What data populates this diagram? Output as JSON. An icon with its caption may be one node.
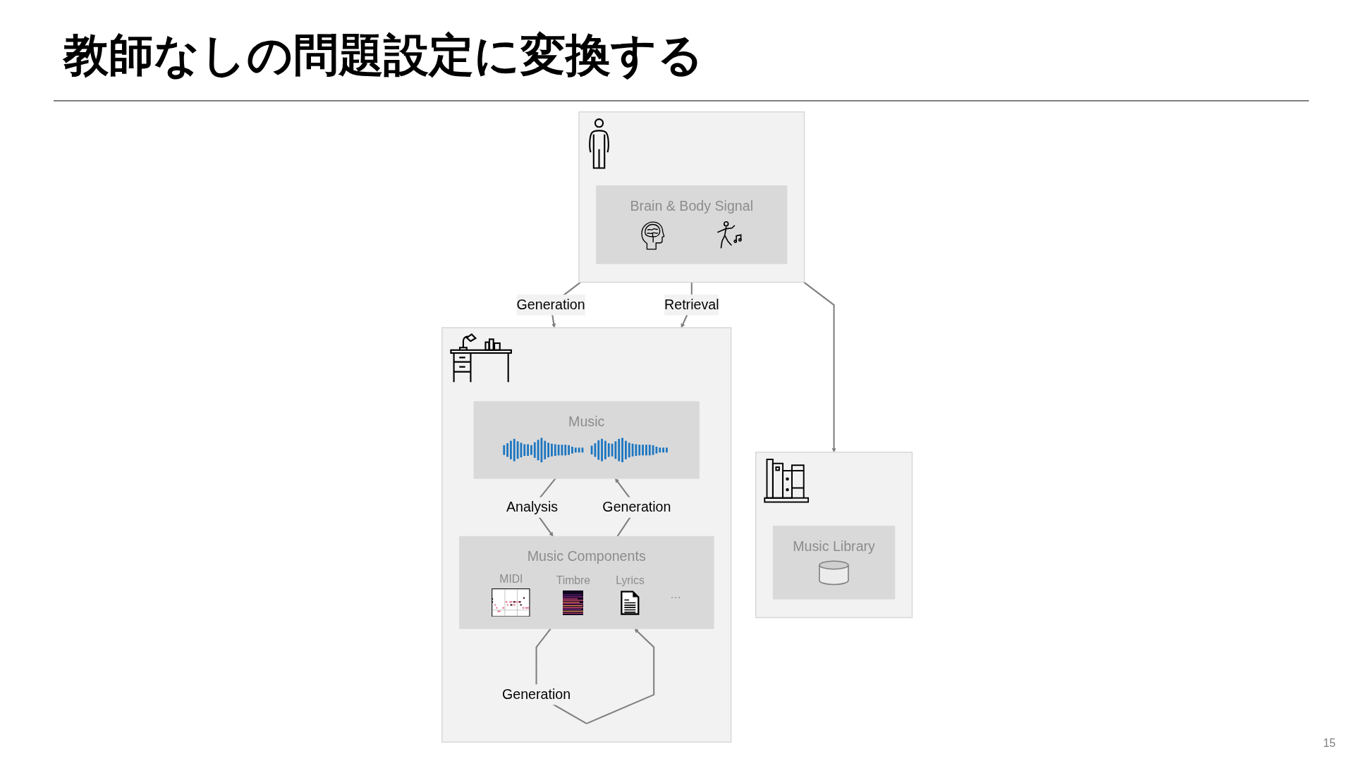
{
  "diagram": {
    "title": "教師なしの問題設定に変換する",
    "nodes": [
      {
        "text": [],
        "shape": "box"
      },
      {
        "text": [
          "Music"
        ],
        "in": 0
      },
      {
        "text": [
          "Music Components",
          "MIDI",
          "Timbre",
          "Lyrics",
          "…"
        ],
        "in": 0
      },
      {
        "text": [],
        "shape": "box"
      },
      {
        "text": [
          "Brain & Body Signal"
        ],
        "in": 3
      },
      {
        "text": [],
        "shape": "box"
      },
      {
        "text": [
          "Music Library"
        ],
        "in": 5
      }
    ],
    "edges": [
      {
        "from": 1,
        "to": 2,
        "arrow": "to",
        "label": "Analysis"
      },
      {
        "from": 2,
        "to": 1,
        "arrow": "to",
        "label": "Generation"
      },
      {
        "from": 2,
        "to": 2,
        "arrow": "to",
        "label": "Generation"
      },
      {
        "from": 3,
        "to": 0,
        "arrow": "to",
        "label": "Generation"
      },
      {
        "from": 3,
        "to": 0,
        "arrow": "to",
        "label": "Retrieval"
      },
      {
        "from": 3,
        "to": 5,
        "arrow": "to"
      }
    ],
    "labels": [
      "15"
    ]
  }
}
